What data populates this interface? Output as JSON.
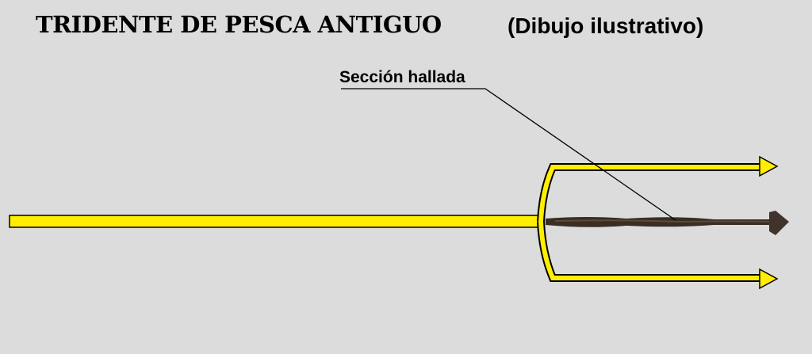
{
  "title": "TRIDENTE DE PESCA ANTIGUO",
  "subtitle": "(Dibujo ilustrativo)",
  "annotation": "Sección hallada",
  "colors": {
    "background": "#dcdcdc",
    "trident": "#ffee00",
    "outline": "#000000",
    "iron": "#3a2e24"
  }
}
